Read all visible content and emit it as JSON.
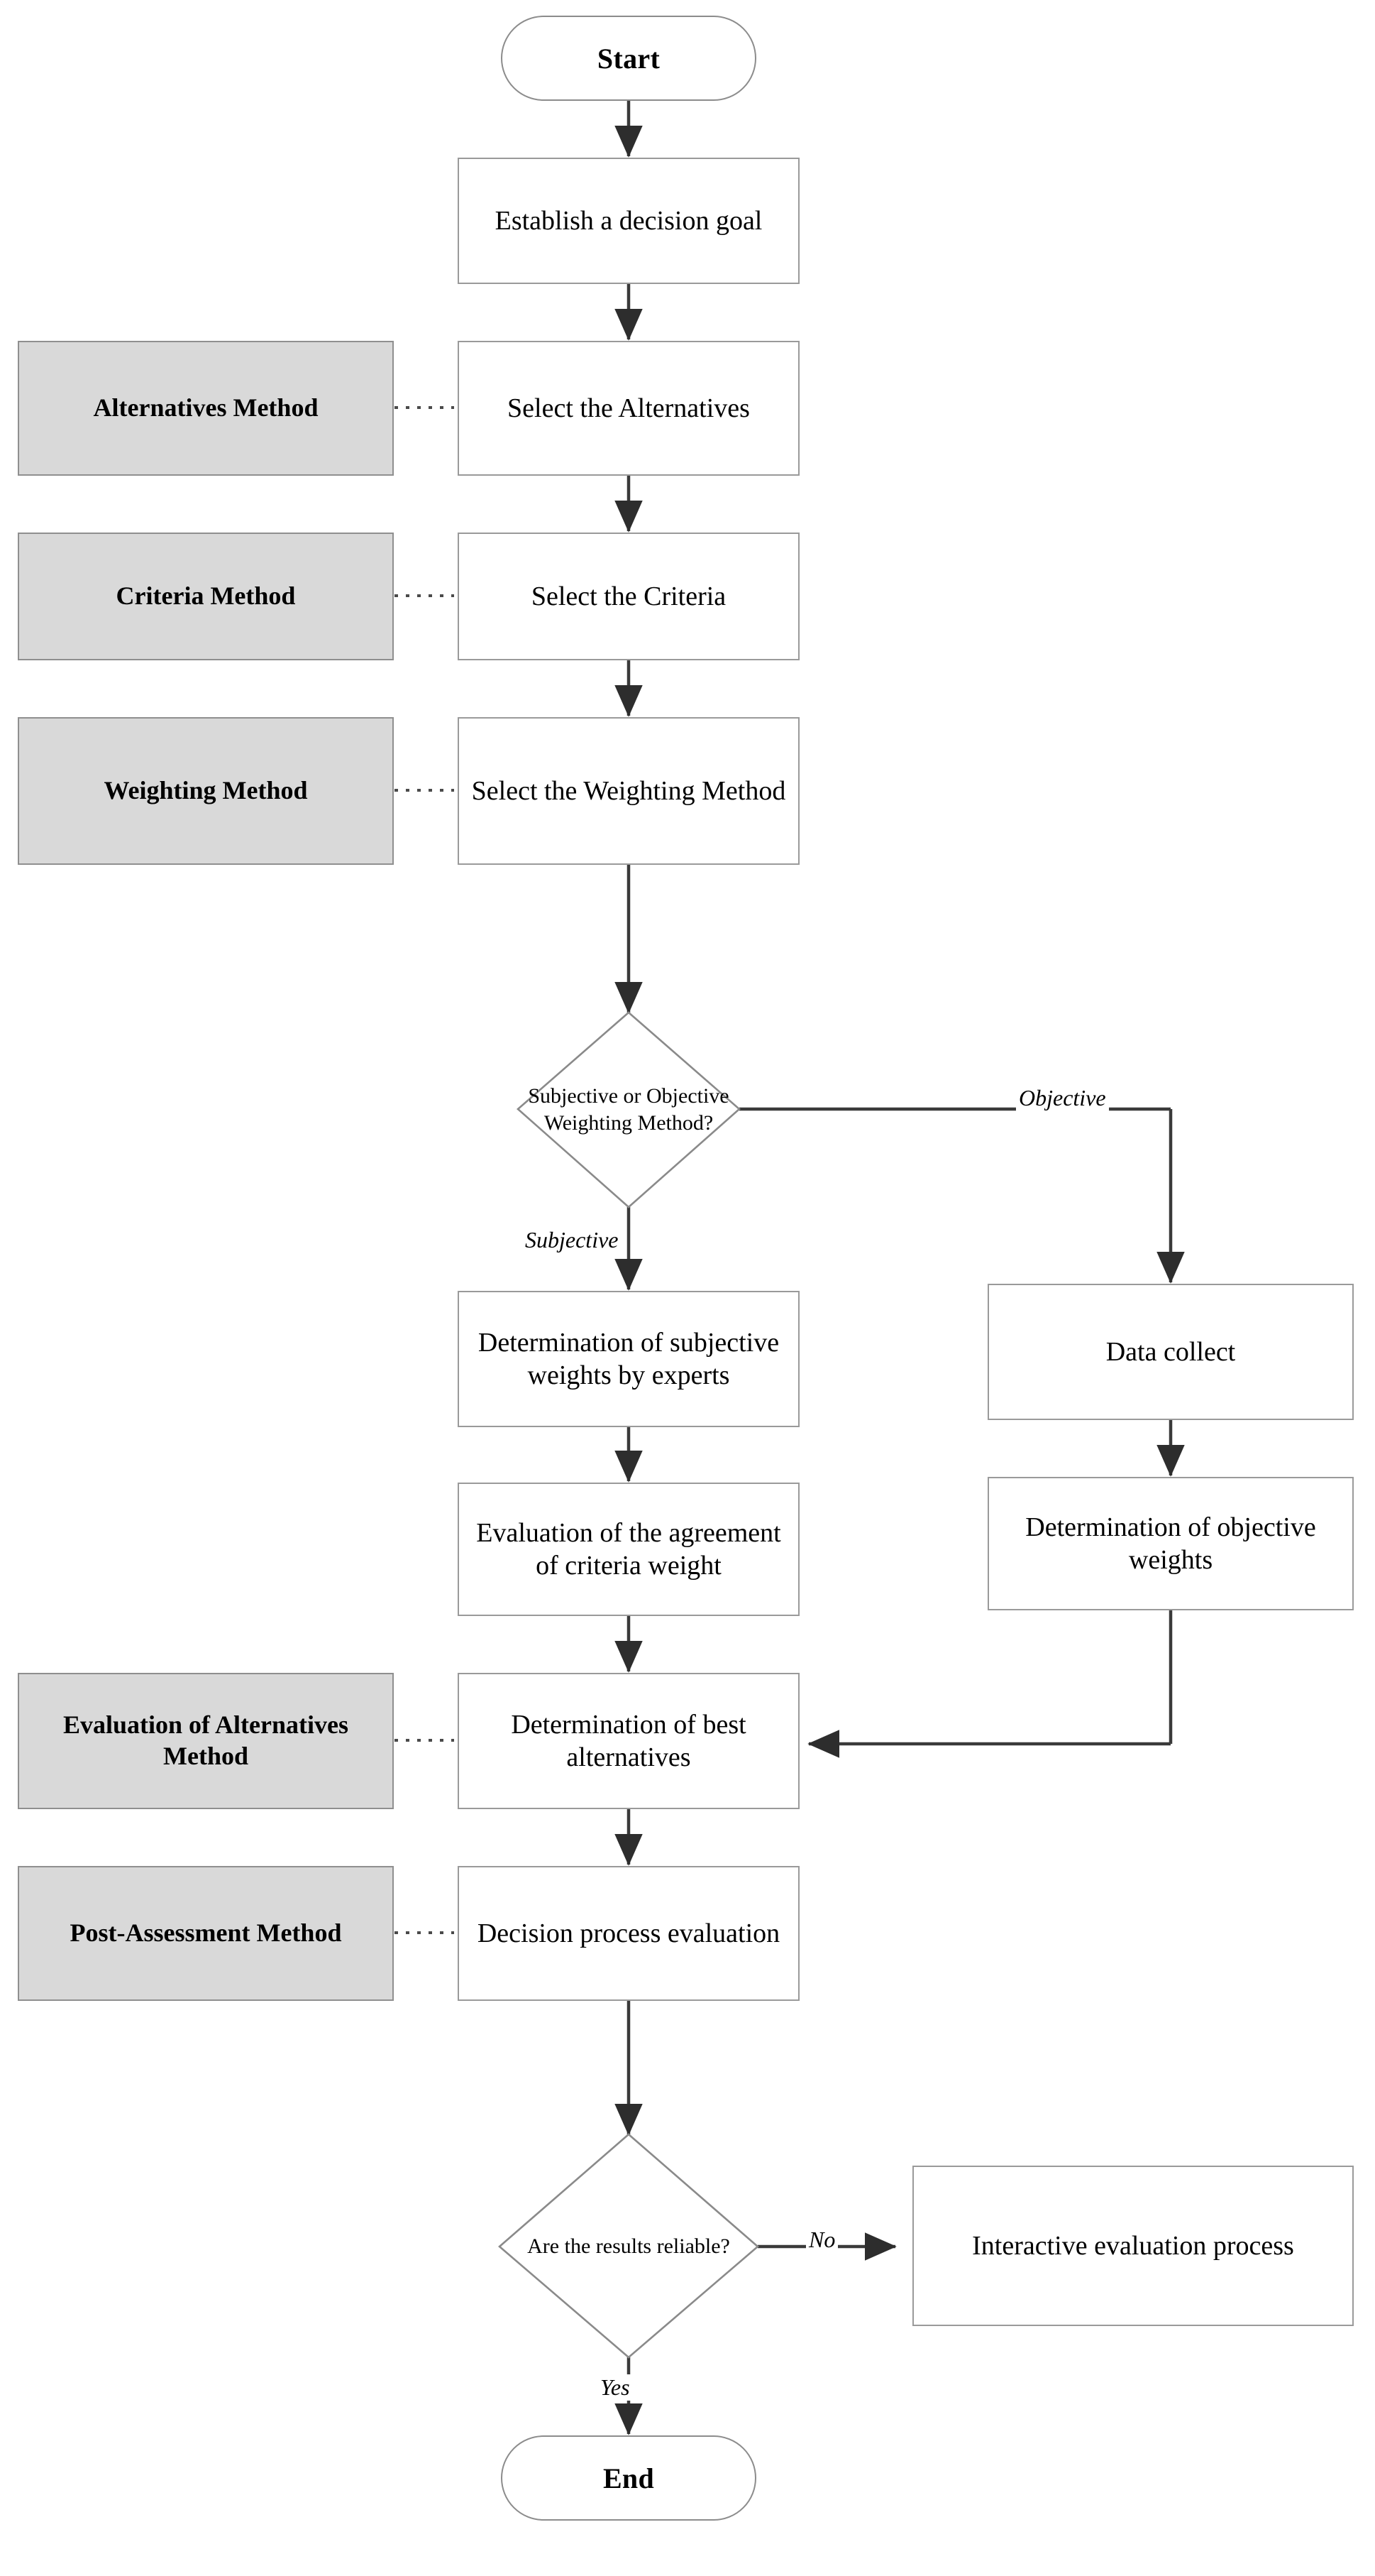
{
  "diagram": {
    "title": "MCDM decision process flowchart",
    "colors": {
      "box_fill": "#ffffff",
      "box_stroke": "#9a9a9a",
      "method_fill": "#d9d9d9",
      "method_stroke": "#8f8f8f",
      "edge": "#3a3a3a",
      "text": "#000000",
      "background": "#ffffff"
    }
  },
  "terminals": {
    "start": "Start",
    "end": "End"
  },
  "process_nodes": {
    "establish_goal": "Establish a decision goal",
    "select_alternatives": "Select the Alternatives",
    "select_criteria": "Select the Criteria",
    "select_weighting_method": "Select the Weighting Method",
    "subjective_weights": "Determination of subjective weights by experts",
    "agreement_evaluation": "Evaluation of the agreement of criteria weight",
    "data_collect": "Data collect",
    "objective_weights": "Determination of objective weights",
    "best_alternatives": "Determination of best alternatives",
    "process_evaluation": "Decision process evaluation",
    "interactive_process": "Interactive evaluation process"
  },
  "decision_nodes": {
    "weighting_type": "Subjective or Objective Weighting Method?",
    "results_reliable": "Are the results reliable?"
  },
  "method_labels": {
    "alternatives_method": "Alternatives Method",
    "criteria_method": "Criteria Method",
    "weighting_method": "Weighting Method",
    "evaluation_of_alternatives_method": "Evaluation of Alternatives Method",
    "post_assessment_method": "Post-Assessment Method"
  },
  "edge_labels": {
    "objective": "Objective",
    "subjective": "Subjective",
    "no": "No",
    "yes": "Yes"
  }
}
